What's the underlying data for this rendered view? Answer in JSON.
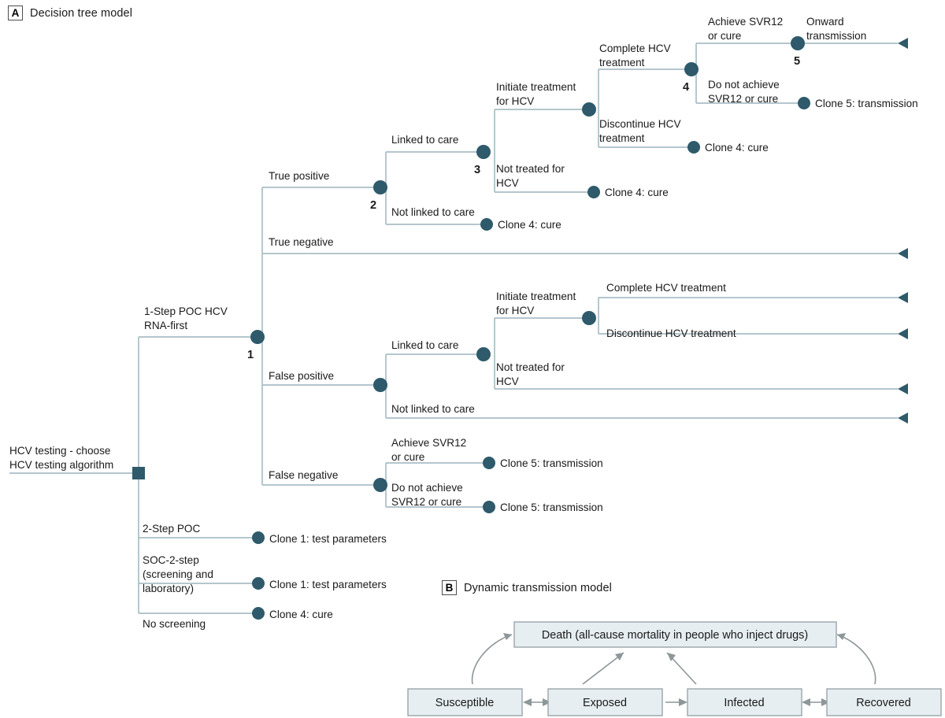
{
  "panels": {
    "a": {
      "tag": "A",
      "title": "Decision tree model"
    },
    "b": {
      "tag": "B",
      "title": "Dynamic transmission model"
    }
  },
  "colors": {
    "node": "#2e5a6b",
    "line": "#a9bec6",
    "arrow": "#2e5a6b",
    "box_fill": "#e6eef1",
    "box_border": "#9aa5ab",
    "curve": "#8d9699"
  },
  "tree": {
    "root_label_line1": "HCV testing - choose",
    "root_label_line2": "HCV testing algorithm",
    "node_numbers": {
      "n1": "1",
      "n2": "2",
      "n3": "3",
      "n4": "4",
      "n5": "5"
    },
    "branches": {
      "strategy_1_line1": "1-Step POC HCV",
      "strategy_1_line2": "RNA-first",
      "strategy_2": "2-Step POC",
      "strategy_3_line1": "SOC-2-step",
      "strategy_3_line2": "(screening and",
      "strategy_3_line3": "laboratory)",
      "strategy_4": "No screening",
      "true_positive": "True positive",
      "true_negative": "True negative",
      "false_positive": "False positive",
      "false_negative": "False negative",
      "linked_to_care": "Linked to care",
      "not_linked_to_care": "Not linked to care",
      "initiate_line1": "Initiate treatment",
      "initiate_line2": "for HCV",
      "not_treated_line1": "Not treated for",
      "not_treated_line2": "HCV",
      "complete_line1": "Complete HCV",
      "complete_line2": "treatment",
      "discontinue_line1": "Discontinue HCV",
      "discontinue_line2": "treatment",
      "complete_single": "Complete HCV treatment",
      "discontinue_single": "Discontinue HCV treatment",
      "achieve_line1": "Achieve SVR12",
      "achieve_line2": "or cure",
      "not_achieve_line1": "Do not achieve",
      "not_achieve_line2": "SVR12 or cure",
      "onward_line1": "Onward",
      "onward_line2": "transmission"
    },
    "terminals": {
      "clone5_transmission": "Clone 5: transmission",
      "clone4_cure": "Clone 4: cure",
      "clone1_test_parameters": "Clone 1: test parameters"
    }
  },
  "transmission_model": {
    "death_box": "Death (all-cause mortality in people who inject drugs)",
    "states": [
      "Susceptible",
      "Exposed",
      "Infected",
      "Recovered"
    ]
  }
}
